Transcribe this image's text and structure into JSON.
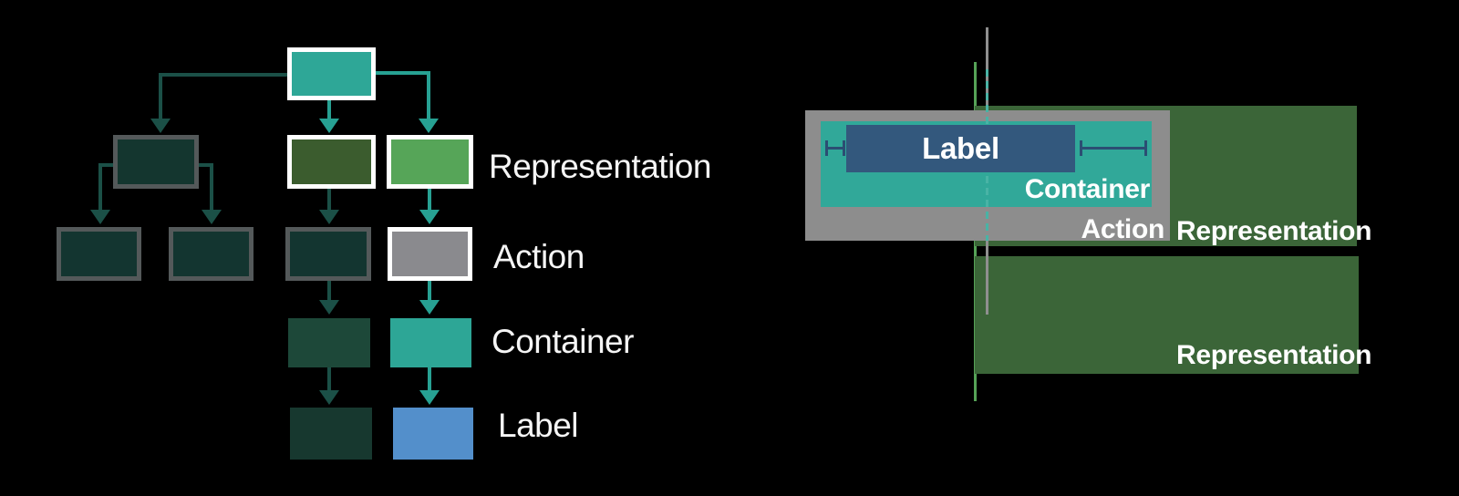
{
  "slide": {
    "theme": "dark",
    "background": "#000000"
  },
  "legend": {
    "representation": "Representation",
    "action": "Action",
    "container": "Container",
    "label": "Label"
  },
  "overlay": {
    "label": "Label",
    "container": "Container",
    "action": "Action",
    "representation_top": "Representation",
    "representation_bottom": "Representation"
  },
  "colors": {
    "teal_container": "#2ea797",
    "bright_arrow_teal": "#27a193",
    "dark_arrow_teal": "#1b5047",
    "dim_box_fill": "#133530",
    "dim_box_border": "#54595a",
    "dark_green_representation": "#3b5c2e",
    "light_green_representation": "#56a558",
    "action_gray": "#8d8d8d",
    "label_navy": "#33587d",
    "label_blue": "#538fcb",
    "representation_panel_green": "#3b6538",
    "center_green_line": "#56a257",
    "center_gray_line": "#8f8f8f",
    "dashed_center_teal": "#49b3a5",
    "measurement_navy": "#2b4e73",
    "highlight_border": "#ffffff"
  }
}
